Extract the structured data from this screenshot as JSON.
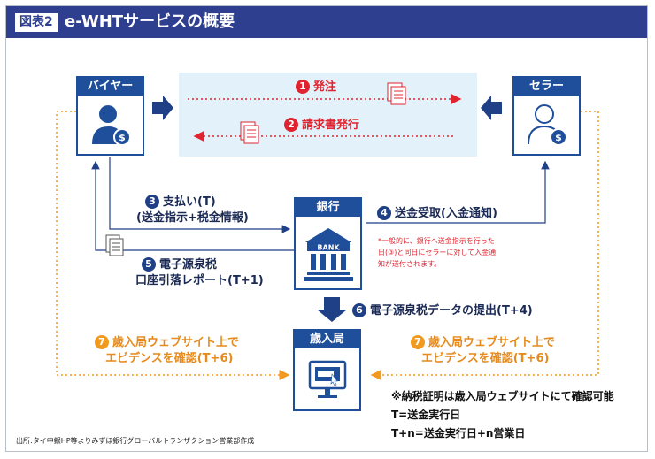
{
  "header": {
    "tag": "図表2",
    "title": "e-WHTサービスの概要"
  },
  "entities": {
    "buyer": "バイヤー",
    "seller": "セラー",
    "bank": "銀行",
    "rd": "歳入局"
  },
  "bank_sign": "BANK",
  "steps": [
    {
      "num": "1",
      "label": "発注"
    },
    {
      "num": "2",
      "label": "請求書発行"
    },
    {
      "num": "3",
      "line1": "支払い(T)",
      "line2": "(送金指示+税金情報)"
    },
    {
      "num": "4",
      "label": "送金受取(入金通知)"
    },
    {
      "num": "5",
      "line1": "電子源泉税",
      "line2": "口座引落レポート(T+1)"
    },
    {
      "num": "6",
      "label": "電子源泉税データの提出(T+4)"
    },
    {
      "num": "7",
      "line1": "歳入局ウェブサイト上で",
      "line2": "エビデンスを確認(T+6)"
    }
  ],
  "note": [
    "*一般的に、銀行へ送金指示を行った",
    "日(③)と同日にセラーに対して入金通",
    "知が送付されます。"
  ],
  "remarks": [
    "※納税証明は歳入局ウェブサイトにて確認可能",
    "T=送金実行日",
    "T+n=送金実行日+n営業日"
  ],
  "footnote": "出所:タイ中銀HP等よりみずほ銀行グローバルトランザクション営業部作成",
  "colors": {
    "navy": "#1f4f9b",
    "header": "#2f3f8f",
    "red": "#e0242f",
    "orange": "#f29a1f",
    "panel": "#e3f1fa"
  }
}
